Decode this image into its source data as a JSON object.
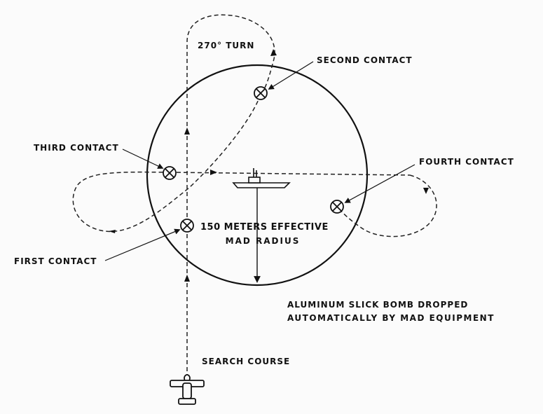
{
  "labels": {
    "turn": "270° TURN",
    "second_contact": "SECOND CONTACT",
    "third_contact": "THIRD CONTACT",
    "fourth_contact": "FOURTH CONTACT",
    "first_contact": "FIRST CONTACT",
    "mad_radius_line1": "150 METERS EFFECTIVE",
    "mad_radius_line2": "MAD RADIUS",
    "bomb_line1": "ALUMINUM SLICK BOMB DROPPED",
    "bomb_line2": "AUTOMATICALLY BY MAD EQUIPMENT",
    "search_course": "SEARCH COURSE"
  },
  "icons": {
    "contact_marker": "x-in-circle-icon",
    "aircraft": "airplane-icon",
    "submarine": "submarine-icon"
  },
  "colors": {
    "ink": "#111111",
    "paper": "#fbfbfb"
  }
}
